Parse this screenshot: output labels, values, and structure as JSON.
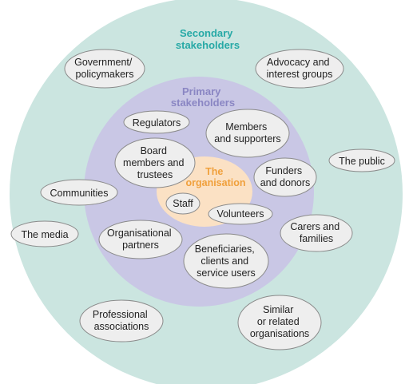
{
  "colors": {
    "secondary_fill": "#cbe5e0",
    "secondary_title": "#27a9a6",
    "primary_fill": "#c9c7e5",
    "primary_title": "#8a86c3",
    "core_fill": "#fbe1c4",
    "core_title": "#f0a03c",
    "node_fill": "#eeeeee",
    "node_stroke": "#8a8a8a"
  },
  "secondary": {
    "title": [
      "Secondary",
      "stakeholders"
    ],
    "nodes": [
      [
        "Government/",
        "policymakers"
      ],
      [
        "Advocacy and",
        "interest groups"
      ],
      [
        "The public"
      ],
      [
        "Communities"
      ],
      [
        "The media"
      ],
      [
        "Carers and",
        "families"
      ],
      [
        "Professional",
        "associations"
      ],
      [
        "Similar",
        "or related",
        "organisations"
      ]
    ]
  },
  "primary": {
    "title": [
      "Primary",
      "stakeholders"
    ],
    "nodes": [
      [
        "Regulators"
      ],
      [
        "Members",
        "and supporters"
      ],
      [
        "Board",
        "members and",
        "trustees"
      ],
      [
        "Funders",
        "and donors"
      ],
      [
        "Organisational",
        "partners"
      ],
      [
        "Beneficiaries,",
        "clients and",
        "service users"
      ]
    ]
  },
  "core": {
    "title": [
      "The",
      "organisation"
    ],
    "nodes": [
      [
        "Staff"
      ],
      [
        "Volunteers"
      ]
    ]
  }
}
